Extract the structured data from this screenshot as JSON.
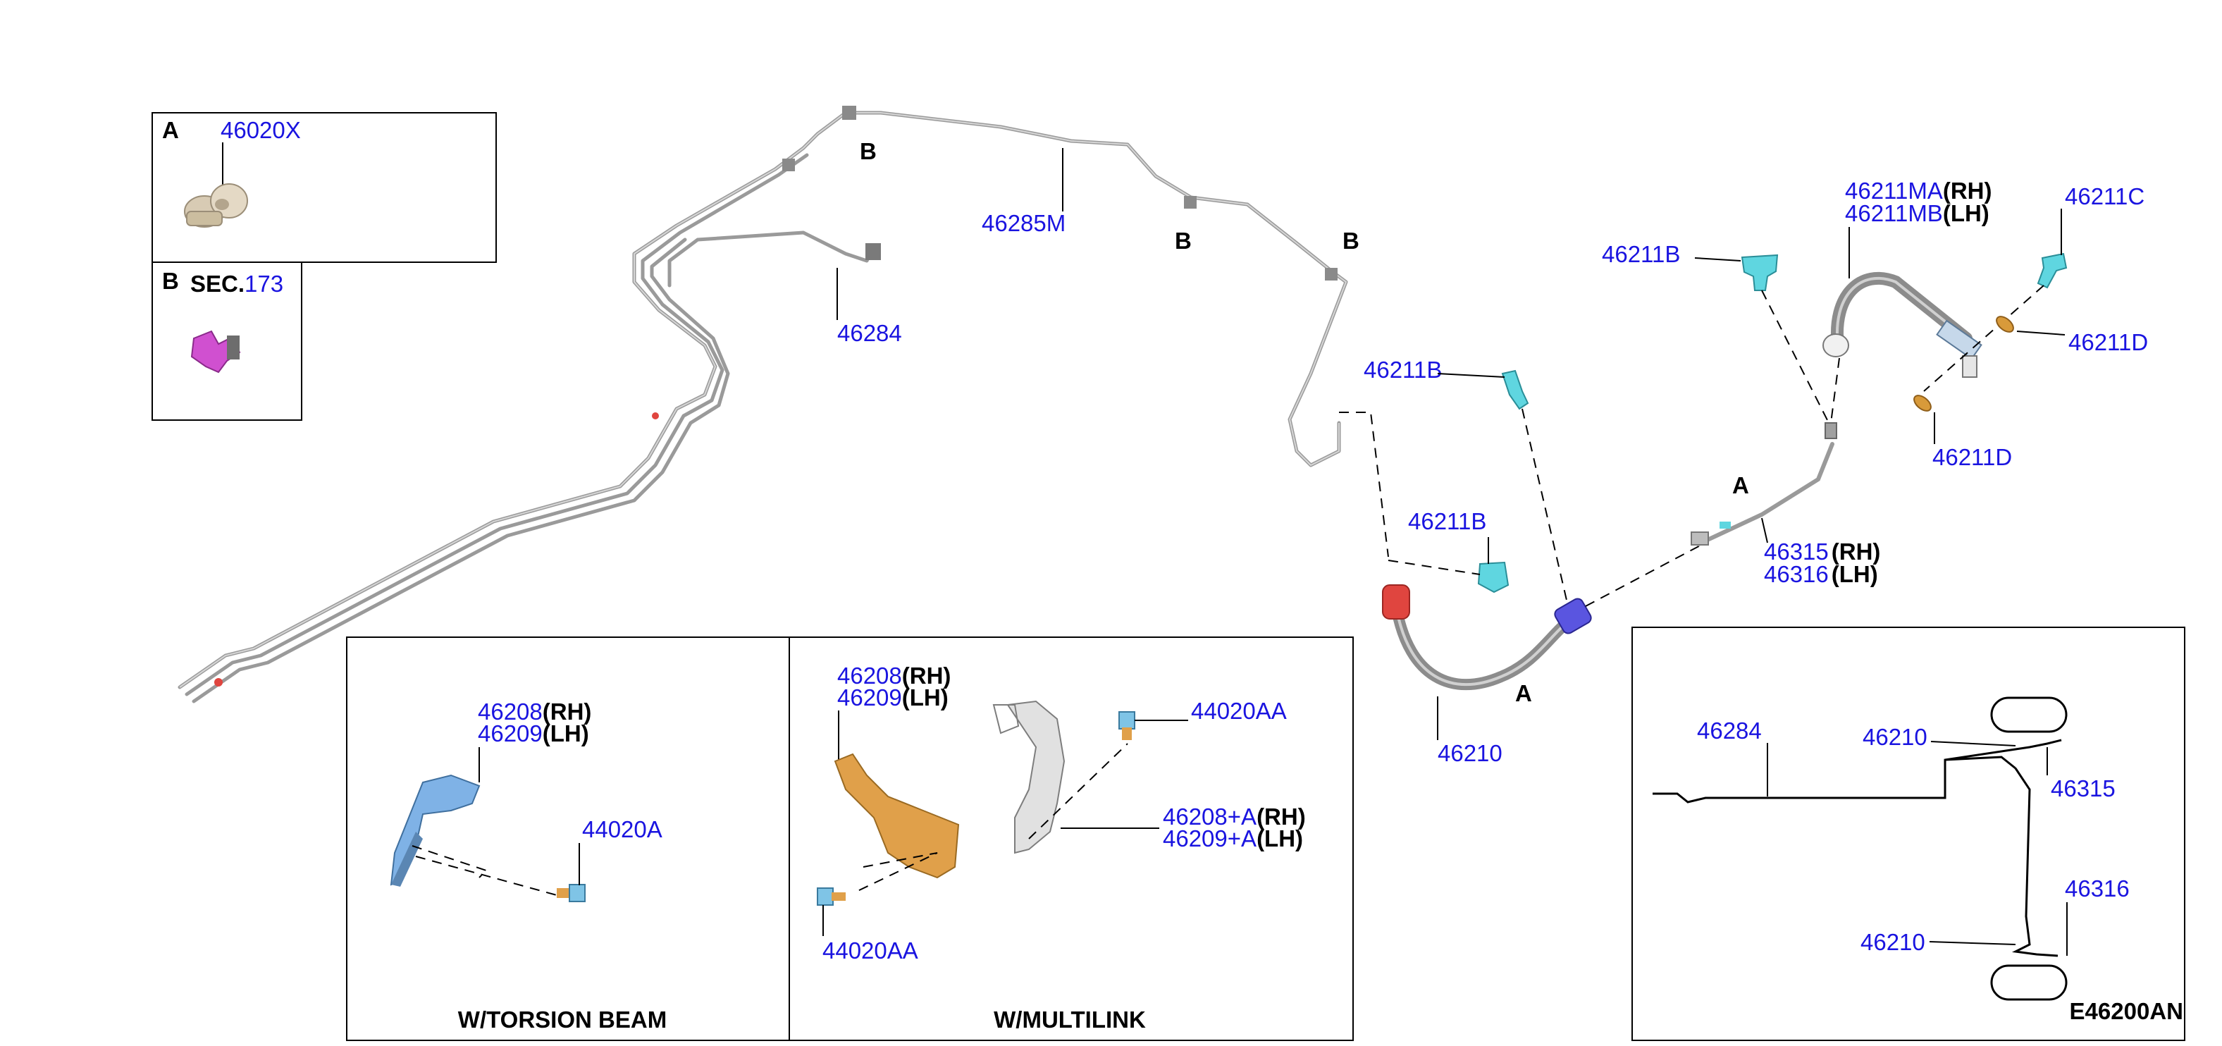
{
  "diagram_code": "E46200AN",
  "insets": {
    "A": {
      "letter": "A",
      "part": "46020X"
    },
    "B": {
      "letter": "B",
      "sec_prefix": "SEC.",
      "sec_number": "173"
    }
  },
  "labels": {
    "p46285M": "46285M",
    "p46284": "46284",
    "B1": "B",
    "B2": "B",
    "B3": "B",
    "p46211B_1": "46211B",
    "p46211B_2": "46211B",
    "p46211B_3": "46211B",
    "p46210": "46210",
    "A_hose": "A",
    "A_pipe": "A",
    "p46211MA": "46211MA",
    "rh_MA": "(RH)",
    "p46211MB": "46211MB",
    "lh_MB": "(LH)",
    "p46211C": "46211C",
    "p46211D_1": "46211D",
    "p46211D_2": "46211D",
    "p46315": "46315",
    "rh_315": "(RH)",
    "p46316": "46316",
    "lh_316": "(LH)"
  },
  "torsion": {
    "caption": "W/TORSION BEAM",
    "p46208": "46208",
    "rh": "(RH)",
    "p46209": "46209",
    "lh": "(LH)",
    "p44020A": "44020A"
  },
  "multilink": {
    "caption": "W/MULTILINK",
    "p46208": "46208",
    "rh": "(RH)",
    "p46209": "46209",
    "lh": "(LH)",
    "p44020AA_top": "44020AA",
    "p46208A": "46208+A",
    "rh2": "(RH)",
    "p46209A": "46209+A",
    "lh2": "(LH)",
    "p44020AA_bot": "44020AA"
  },
  "layout_map": {
    "p46284": "46284",
    "p46210_top": "46210",
    "p46315": "46315",
    "p46316": "46316",
    "p46210_bot": "46210"
  },
  "colors": {
    "part_number": "#1a14e0",
    "clip_cyan": "#5fd6e0",
    "union_red": "#e0453f",
    "fitting_blue": "#5a55e0",
    "bracket_orange": "#e0a04a",
    "bracket_blue": "#7fb2e6",
    "clamp_beige": "#d8cbb4",
    "clip_magenta": "#d050d0",
    "washer_orange": "#d89a3a"
  }
}
